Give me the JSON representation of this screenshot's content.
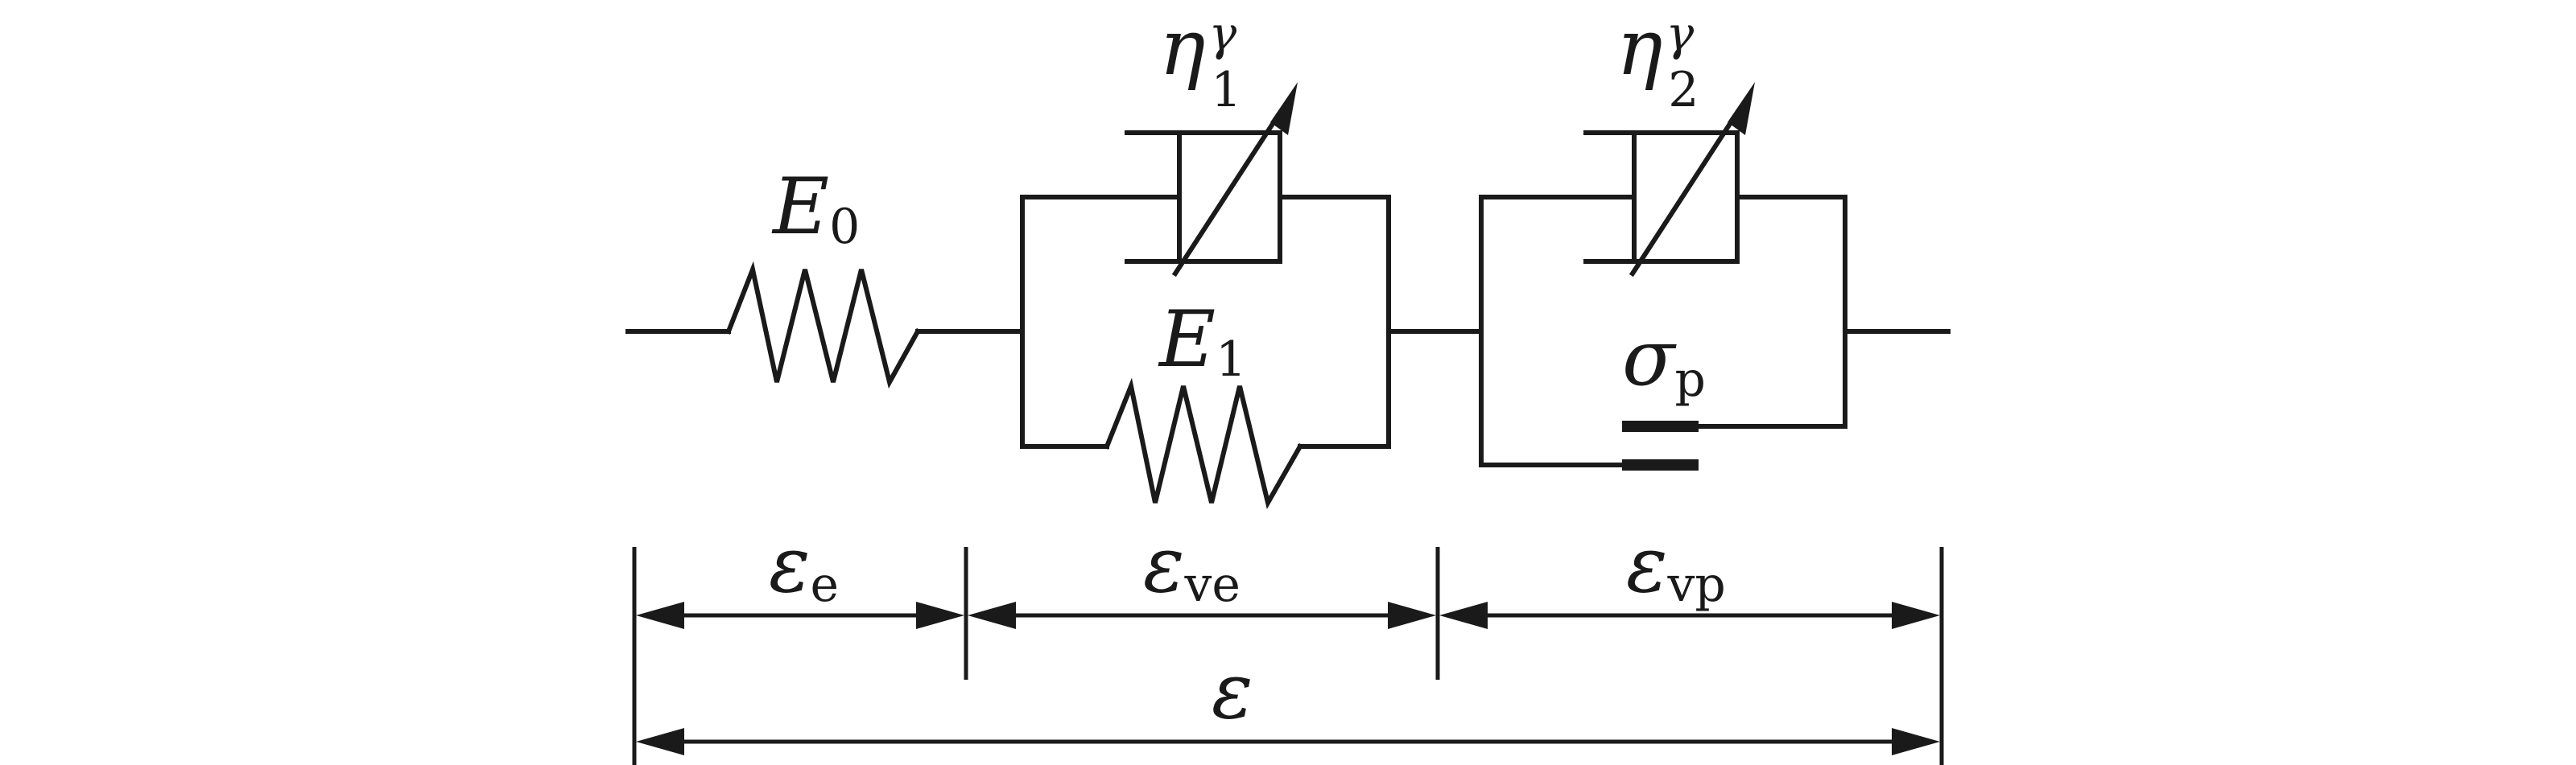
{
  "labels": {
    "spring_e0": {
      "main": "E",
      "sub": "0"
    },
    "spring_e1": {
      "main": "E",
      "sub": "1"
    },
    "dashpot_1": {
      "main": "η",
      "sub": "1",
      "sup": "γ"
    },
    "dashpot_2": {
      "main": "η",
      "sub": "2",
      "sup": "γ"
    },
    "slider": {
      "main": "σ",
      "sub": "p"
    }
  },
  "strains": {
    "elastic": {
      "main": "ε",
      "sub": "e"
    },
    "viscoelastic": {
      "main": "ε",
      "sub": "ve"
    },
    "viscoplastic": {
      "main": "ε",
      "sub": "vp"
    },
    "total": {
      "main": "ε"
    }
  }
}
